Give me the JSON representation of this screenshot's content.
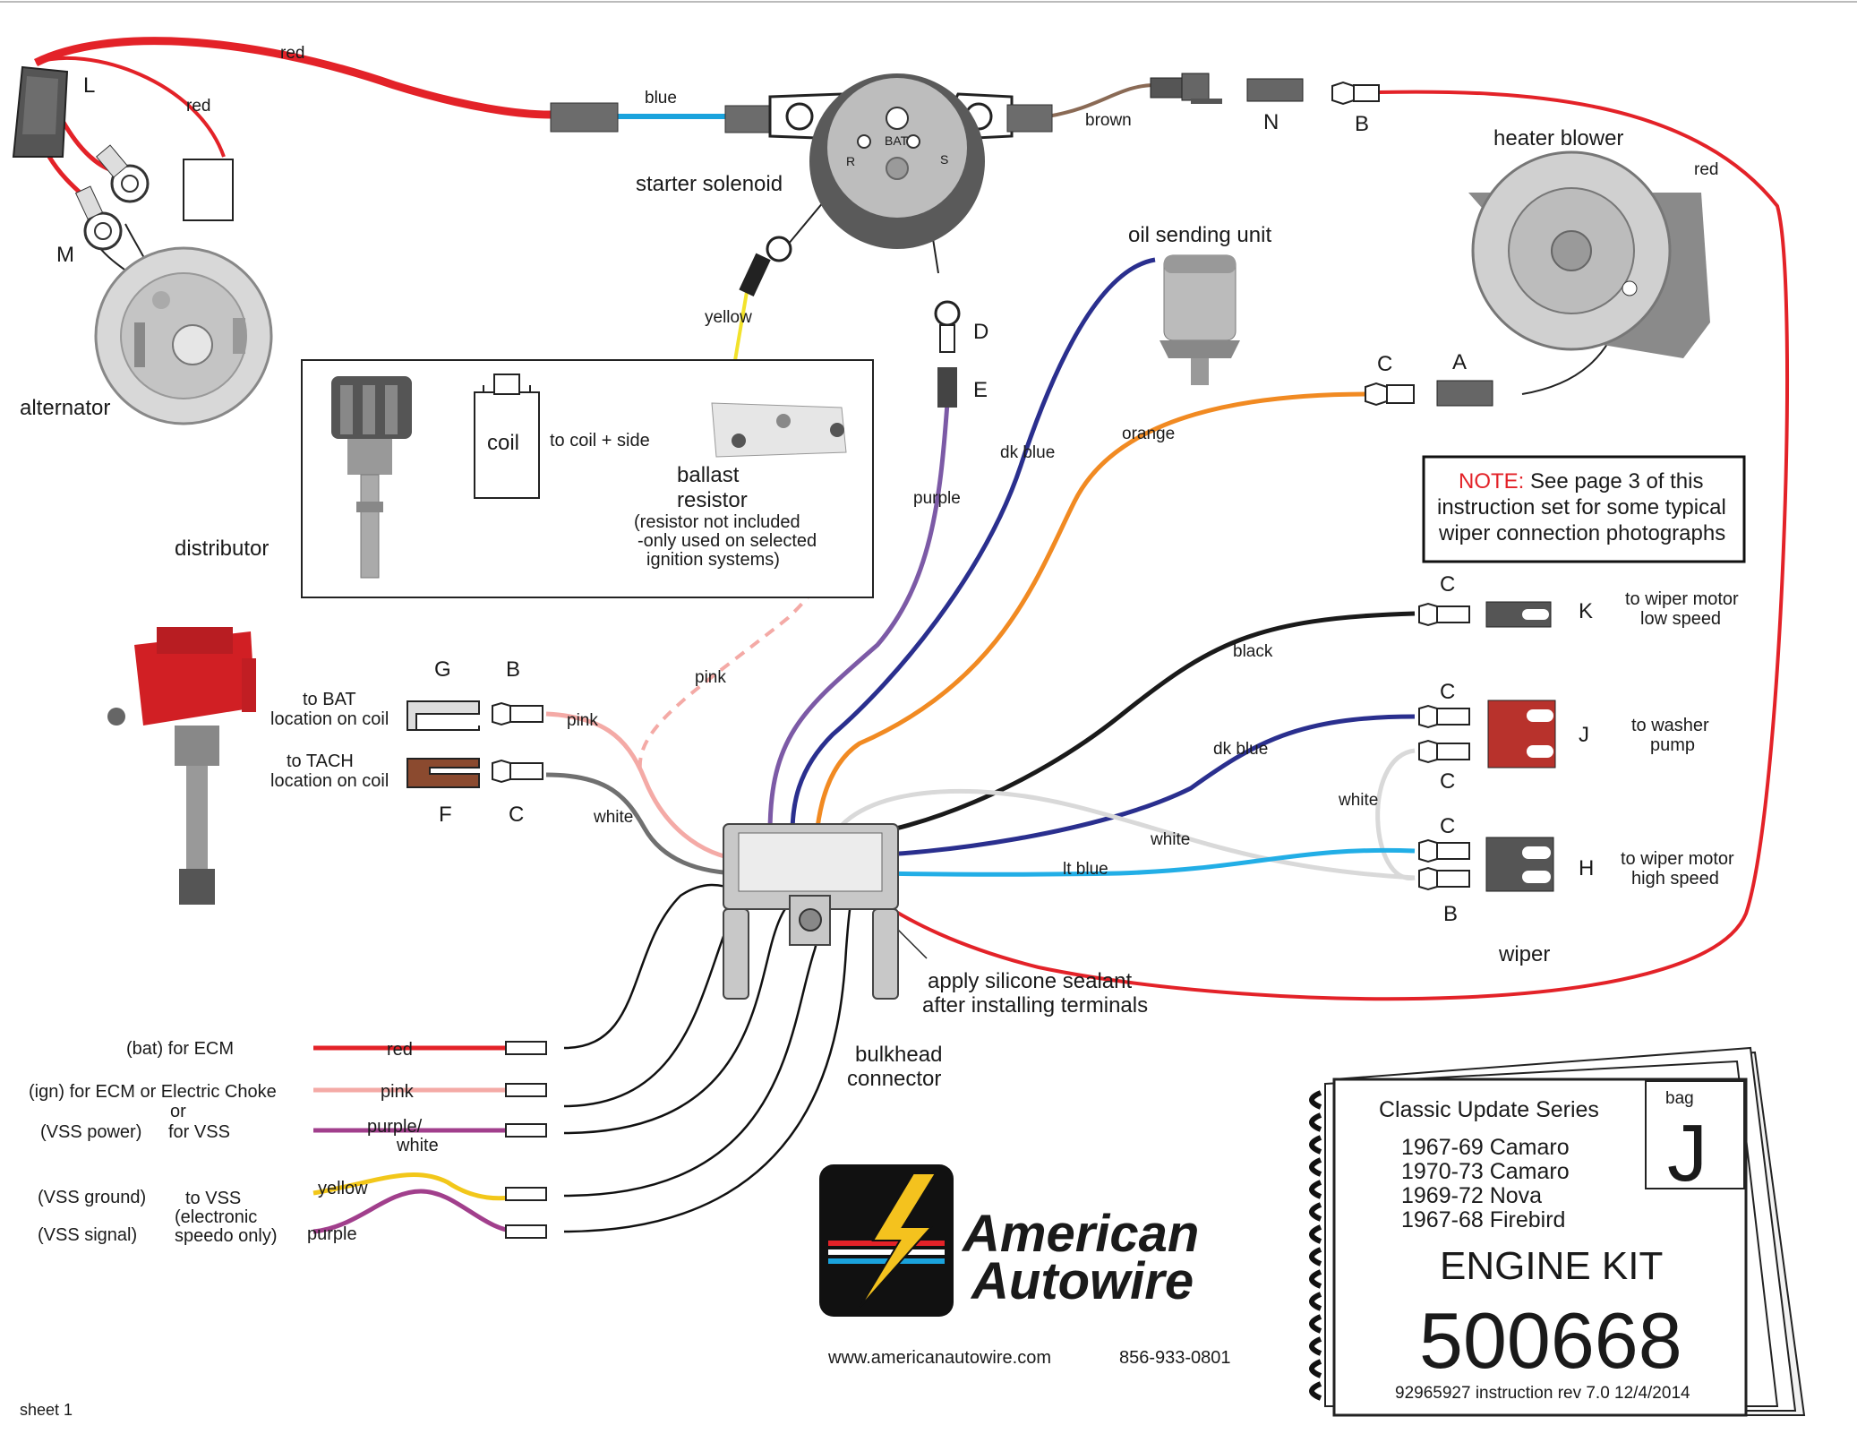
{
  "components": {
    "starter_solenoid": "starter solenoid",
    "solenoid_bat": "BAT",
    "solenoid_r": "R",
    "solenoid_s": "S",
    "alternator": "alternator",
    "heater_blower": "heater blower",
    "oil_sending_unit": "oil sending unit",
    "distributor": "distributor",
    "coil": "coil",
    "to_coil_side": "to coil + side",
    "ballast_resistor_1": "ballast",
    "ballast_resistor_2": "resistor",
    "resistor_note_1": "(resistor not included",
    "resistor_note_2": "-only used on selected",
    "resistor_note_3": "ignition systems)",
    "bulkhead_1": "bulkhead",
    "bulkhead_2": "connector",
    "sealant_1": "apply silicone sealant",
    "sealant_2": "after installing terminals",
    "wiper": "wiper",
    "to_bat_1": "to BAT",
    "to_bat_2": "location on coil",
    "to_tach_1": "to TACH",
    "to_tach_2": "location on coil",
    "wiper_low_1": "to wiper motor",
    "wiper_low_2": "low speed",
    "washer_1": "to washer",
    "washer_2": "pump",
    "wiper_high_1": "to wiper motor",
    "wiper_high_2": "high speed"
  },
  "letters": {
    "L": "L",
    "M": "M",
    "N": "N",
    "B": "B",
    "A": "A",
    "C": "C",
    "D": "D",
    "E": "E",
    "G": "G",
    "F": "F",
    "K": "K",
    "J": "J",
    "H": "H"
  },
  "wires": {
    "red": "red",
    "blue": "blue",
    "brown": "brown",
    "yellow": "yellow",
    "purple": "purple",
    "dk_blue": "dk blue",
    "orange": "orange",
    "pink": "pink",
    "white": "white",
    "black": "black",
    "lt_blue": "lt blue"
  },
  "note": {
    "highlight": "NOTE:",
    "line1": " See page 3 of this",
    "line2": "instruction set for some typical",
    "line3": "wiper connection photographs"
  },
  "ecm": {
    "bat_ecm": "(bat) for ECM",
    "ign_ecm": "(ign) for ECM or Electric Choke",
    "or": "or",
    "vss_power": "(VSS power)",
    "for_vss": "for VSS",
    "vss_ground": "(VSS ground)",
    "vss_signal": "(VSS signal)",
    "to_vss": "to VSS",
    "electronic": "(electronic",
    "speedo_only": "speedo only)",
    "red": "red",
    "pink": "pink",
    "purple_white_1": "purple/",
    "purple_white_2": "white",
    "yellow": "yellow",
    "purple": "purple"
  },
  "brand": {
    "name1": "American",
    "name2": "Autowire",
    "url": "www.americanautowire.com",
    "phone": "856-933-0801"
  },
  "booklet": {
    "series": "Classic Update Series",
    "bag": "bag",
    "bag_letter": "J",
    "model1": "1967-69 Camaro",
    "model2": "1970-73 Camaro",
    "model3": "1969-72 Nova",
    "model4": "1967-68 Firebird",
    "kit": "ENGINE KIT",
    "number": "500668",
    "instruction": "92965927 instruction  rev 7.0   12/4/2014"
  },
  "footer": {
    "sheet": "sheet 1"
  },
  "colors": {
    "red": "#e32228",
    "blue": "#1aa3dd",
    "brown": "#8a6a55",
    "yellow": "#f2e22b",
    "purple": "#7c5aa6",
    "dk_blue": "#2a2f8e",
    "orange": "#f18a22",
    "pink": "#f4aaa6",
    "white": "#d9d9d9",
    "black": "#1a1a1a",
    "lt_blue": "#22aee6",
    "magenta": "#a13f8c"
  }
}
